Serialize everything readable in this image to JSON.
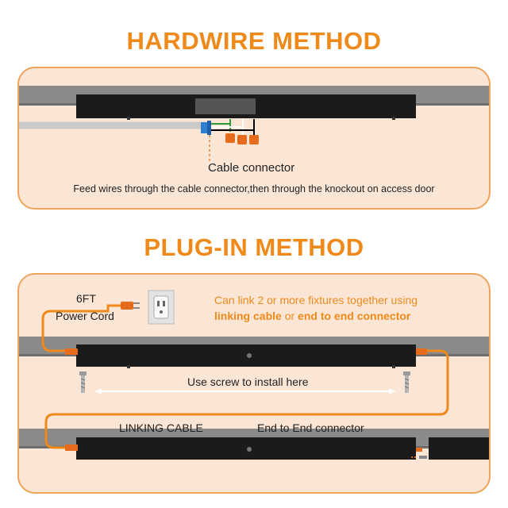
{
  "hardwire": {
    "title": "HARDWIRE METHOD",
    "cable_connector_label": "Cable connector",
    "caption": "Feed wires through the cable connector,then through the knockout on access door"
  },
  "plugin": {
    "title": "PLUG-IN METHOD",
    "power_cord_length": "6FT",
    "power_cord_label": "Power Cord",
    "link_text_prefix": "Can link 2 or more fixtures together using",
    "link_cable_text": "linking cable",
    "link_or_text": " or ",
    "end_connector_text": "end to end connector",
    "screw_label": "Use screw to install here",
    "linking_cable_label": "LINKING CABLE",
    "end_to_end_label": "End to End connector"
  },
  "colors": {
    "accent": "#ef8a1a",
    "panel_bg": "#fbe6d6",
    "fixture": "#1b1b1b",
    "ceiling": "#8a8a8a"
  },
  "icons": [
    "outlet-icon",
    "screw-icon",
    "plug-icon",
    "wire-nut-icon"
  ]
}
